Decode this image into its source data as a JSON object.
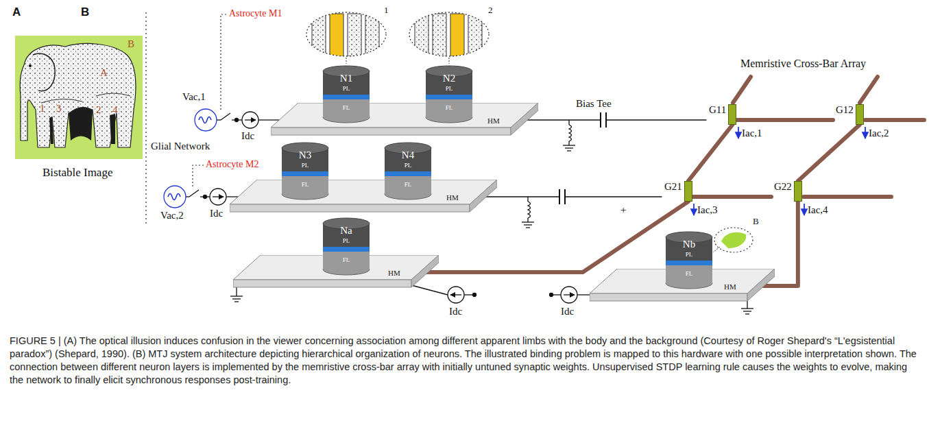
{
  "diagram": {
    "caption": "FIGURE 5 | (A) The optical illusion induces confusion in the viewer concerning association among different apparent limbs with the body and the background (Courtesy of Roger Shepard's “L'egsistential paradox”) (Shepard, 1990). (B) MTJ system architecture depicting hierarchical organization of neurons. The illustrated binding problem is mapped to this hardware with one possible interpretation shown. The connection between different neuron layers is implemented by the memristive cross-bar array with initially untuned synaptic weights. Unsupervised STDP learning rule causes the weights to evolve, making the network to finally elicit synchronous responses post-training.",
    "nodes": [
      {
        "text": [
          "HM"
        ]
      },
      {
        "text": [
          "N1",
          "PL",
          "FL"
        ],
        "in": 0
      },
      {
        "text": [
          "N2",
          "PL",
          "FL"
        ],
        "in": 0
      },
      {
        "text": [
          "G11"
        ]
      },
      {
        "text": [
          "G12"
        ]
      },
      {
        "text": [
          "HM"
        ]
      },
      {
        "text": [
          "N3",
          "PL",
          "FL"
        ],
        "in": 5
      },
      {
        "text": [
          "N4",
          "PL",
          "FL"
        ],
        "in": 5
      },
      {
        "text": [
          "G21"
        ]
      },
      {
        "text": [
          "G22"
        ]
      },
      {
        "text": [
          "HM"
        ]
      },
      {
        "text": [
          "Na",
          "PL",
          "FL"
        ],
        "in": 10
      },
      {
        "text": [
          "HM"
        ]
      },
      {
        "text": [
          "Nb",
          "PL",
          "FL"
        ],
        "in": 12
      }
    ],
    "edges": [
      {
        "from": 0,
        "to": 3,
        "arrow": "none"
      },
      {
        "from": 3,
        "to": 4,
        "arrow": "none"
      },
      {
        "from": 5,
        "to": 8,
        "arrow": "none"
      },
      {
        "from": 8,
        "to": 9,
        "arrow": "none"
      },
      {
        "from": 3,
        "to": 8,
        "arrow": "none"
      },
      {
        "from": 4,
        "to": 9,
        "arrow": "none"
      },
      {
        "from": 8,
        "to": 10,
        "arrow": "none"
      },
      {
        "from": 9,
        "to": 12,
        "arrow": "none"
      }
    ],
    "labels": [
      "A",
      "B",
      "B",
      "A",
      "1",
      "3",
      "2",
      "4",
      "Bistable Image",
      "Astrocyte M1",
      "Vac,1",
      "Idc",
      "Glial Network",
      "Astrocyte M2",
      "Vac,2",
      "Idc",
      "1",
      "2",
      "Bias Tee",
      "Memristive Cross-Bar Array",
      "Iac,1",
      "Iac,2",
      "Iac,3",
      "Iac,4",
      "+",
      "Idc",
      "Idc",
      "B"
    ]
  }
}
